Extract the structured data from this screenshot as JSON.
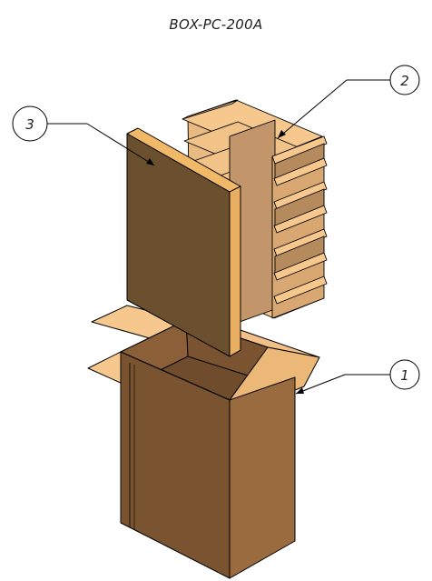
{
  "drawing": {
    "title": "BOX-PC-200A"
  },
  "callouts": [
    {
      "number": "1"
    },
    {
      "number": "2"
    },
    {
      "number": "3"
    }
  ],
  "colors": {
    "cardboard_light": "#f6c88e",
    "cardboard_mid": "#e2b27a",
    "cardboard_dark": "#b58a5c",
    "box_side_dark": "#7a5430",
    "box_side_mid": "#8b6038",
    "box_inside": "#6e4c2c",
    "board_face": "#6b5030",
    "board_edge": "#e9ae62",
    "outline": "#000000"
  }
}
